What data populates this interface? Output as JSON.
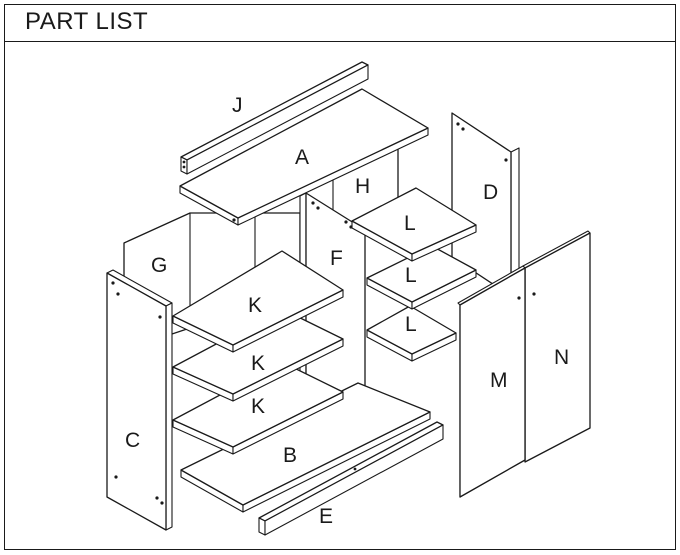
{
  "header": {
    "title": "PART LIST"
  },
  "parts": {
    "A": "A",
    "B": "B",
    "C": "C",
    "D": "D",
    "E": "E",
    "F": "F",
    "G": "G",
    "H": "H",
    "J": "J",
    "K1": "K",
    "K2": "K",
    "K3": "K",
    "L1": "L",
    "L2": "L",
    "L3": "L",
    "M": "M",
    "N": "N"
  }
}
